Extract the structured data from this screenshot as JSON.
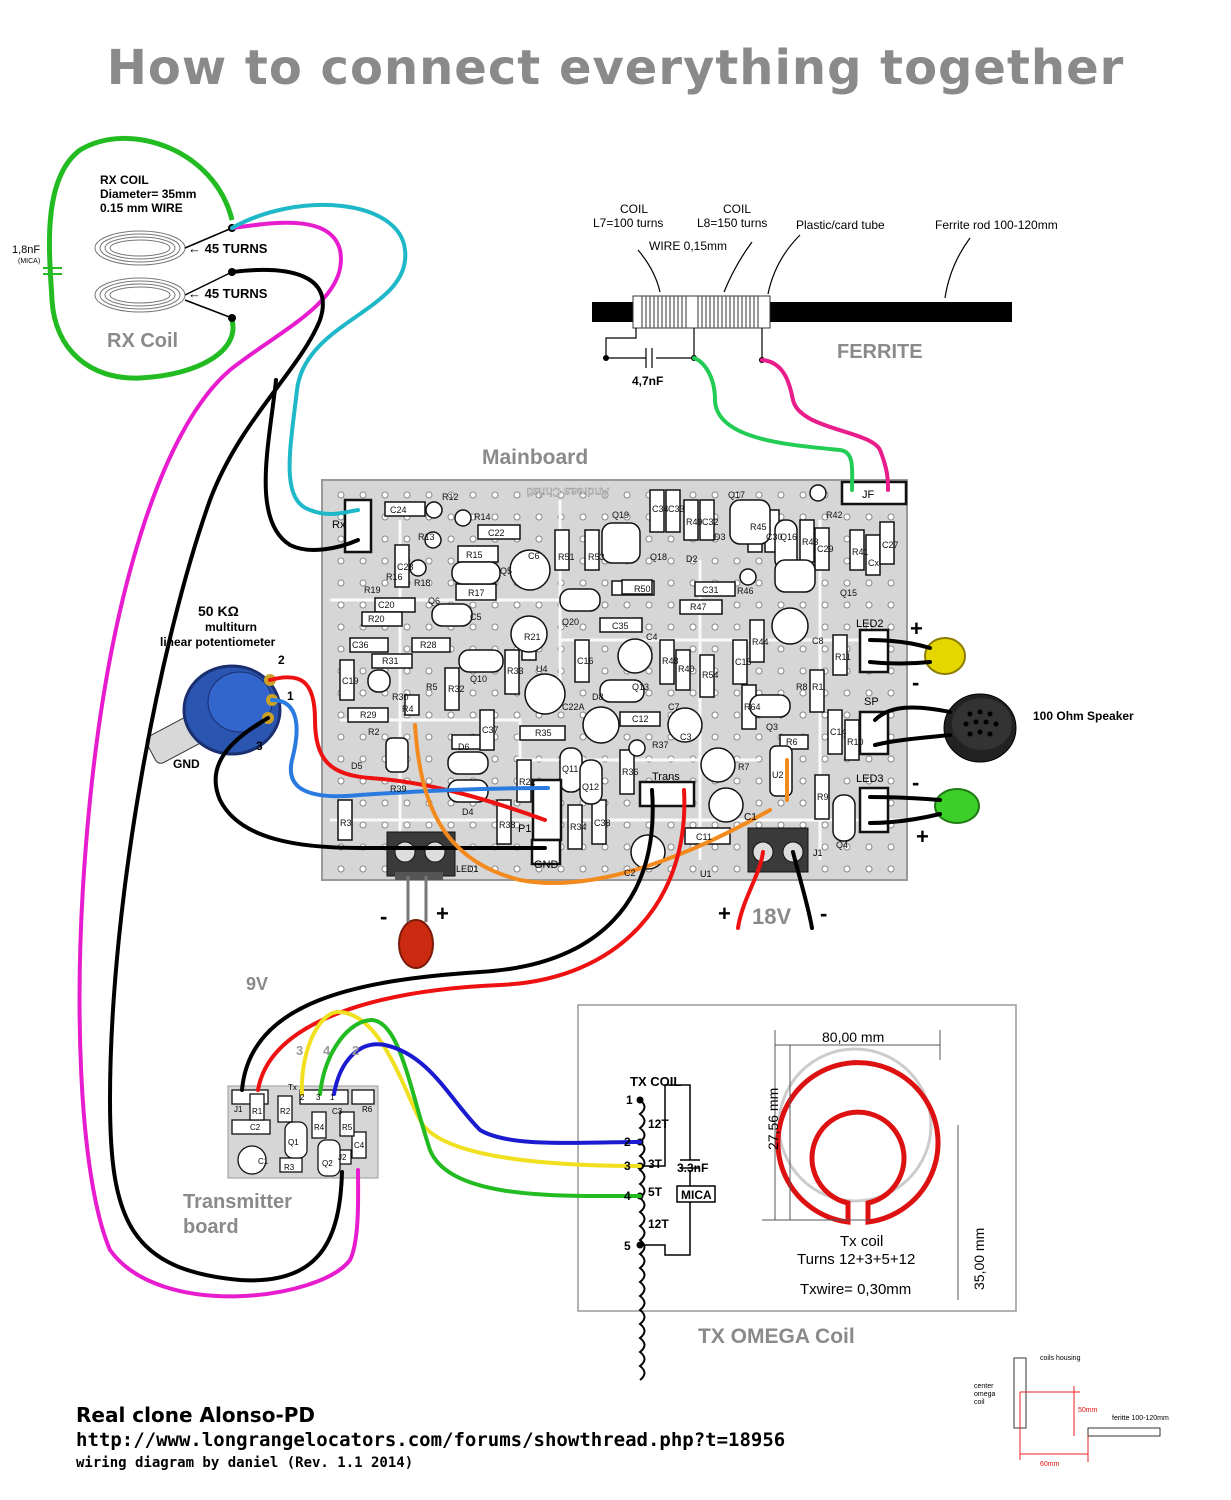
{
  "title": "How to connect everything together",
  "rx_coil": {
    "spec_line1": "RX COIL",
    "spec_line2": "Diameter= 35mm",
    "spec_line3": "0.15 mm WIRE",
    "turns_upper": "← 45 TURNS",
    "turns_lower": "← 45 TURNS",
    "cap_value": "1,8nF",
    "cap_note": "(MICA)",
    "label": "RX Coil"
  },
  "ferrite": {
    "coil1_a": "COIL",
    "coil1_b": "L7=100 turns",
    "coil2_a": "COIL",
    "coil2_b": "L8=150 turns",
    "wire": "WIRE 0,15mm",
    "tube": "Plastic/card tube",
    "rod": "Ferrite rod 100-120mm",
    "cap": "4,7nF",
    "label": "FERRITE"
  },
  "mainboard": {
    "label": "Mainboard",
    "author": "Andreas Christi",
    "connectors": {
      "rx": "Rx",
      "jf": "JF",
      "led2": "LED2",
      "sp": "SP",
      "led3": "LED3",
      "p1": "P1",
      "gnd": "GND",
      "trans": "Trans",
      "led1": "LED1",
      "j1": "J1",
      "u1": "U1",
      "c1": "C1"
    },
    "components": [
      "C24",
      "R12",
      "R14",
      "C22",
      "R13",
      "R15",
      "C6",
      "R51",
      "R53",
      "Q19",
      "C34",
      "C33",
      "R49",
      "C32",
      "D3",
      "Q17",
      "R45",
      "C30",
      "Q16",
      "R42",
      "R43",
      "C29",
      "R41",
      "Cx",
      "C27",
      "R16",
      "R18",
      "Q5",
      "R17",
      "Q18",
      "D2",
      "R50",
      "C31",
      "R46",
      "Q15",
      "C23",
      "R19",
      "C20",
      "R20",
      "Q6",
      "C5",
      "R21",
      "Q20",
      "R47",
      "C35",
      "R44",
      "C8",
      "R11",
      "C36",
      "R28",
      "C19",
      "R31",
      "U4",
      "C16",
      "C4",
      "R48",
      "R40",
      "R54",
      "C15",
      "R30",
      "Q10",
      "R33",
      "D8",
      "Q13",
      "R1",
      "R8",
      "C12",
      "R29",
      "C22A",
      "C7",
      "C3",
      "R64",
      "Q3",
      "R6",
      "C14",
      "R10",
      "R2",
      "R32",
      "C37",
      "R35",
      "R37",
      "R36",
      "R7",
      "U2",
      "D5",
      "D6",
      "R22",
      "Q11",
      "Q12",
      "R9",
      "R3",
      "D4",
      "R38",
      "R34",
      "C38",
      "C11",
      "C2",
      "Q4",
      "R39",
      "R4",
      "R5"
    ]
  },
  "power": {
    "plus": "+",
    "minus": "-",
    "volts": "18V"
  },
  "led2_signs": {
    "plus": "+",
    "minus": "-"
  },
  "led3_signs": {
    "minus": "-",
    "plus": "+"
  },
  "led1_signs": {
    "minus": "-",
    "plus": "+"
  },
  "speaker": "100 Ohm Speaker",
  "potentiometer": {
    "value": "50 KΩ",
    "line2": "multiturn",
    "line3": "linear potentiometer",
    "pin1": "1",
    "pin2": "2",
    "pin3": "3",
    "gnd": "GND"
  },
  "transmitter": {
    "voltage": "9V",
    "label_line1": "Transmitter",
    "label_line2": "board",
    "wire_nums": [
      "3",
      "4",
      "2"
    ],
    "components": [
      "J1",
      "R1",
      "R2",
      "Tx",
      "2",
      "3",
      "1",
      "C3",
      "R6",
      "C2",
      "R4",
      "R5",
      "C4",
      "C1",
      "Q1",
      "R3",
      "Q2",
      "J2"
    ]
  },
  "tx_coil": {
    "label": "TX COIL",
    "taps": [
      "1",
      "2",
      "3",
      "4",
      "5"
    ],
    "turns": [
      "12T",
      "3T",
      "5T",
      "12T"
    ],
    "cap": "3.3nF",
    "cap_type": "MICA",
    "dim_width": "80,00 mm",
    "dim_left": "27,56 mm",
    "dim_right": "35,00 mm",
    "name": "Tx coil",
    "turns_text": "Turns 12+3+5+12",
    "wire_text": "Txwire= 0,30mm",
    "omega_label": "TX OMEGA Coil"
  },
  "housing": {
    "coils_housing": "coils housing",
    "center1": "center",
    "center2": "omega",
    "center3": "coil",
    "dim1": "50mm",
    "dim2": "60mm",
    "ferrite": "feritte 100-120mm"
  },
  "footer": {
    "line1": "Real clone Alonso-PD",
    "line2": "http://www.longrangelocators.com/forums/showthread.php?t=18956",
    "line3": "wiring diagram by daniel (Rev. 1.1 2014)"
  },
  "colors": {
    "title_gray": "#8a8a8a",
    "wire_green": "#22bb22",
    "wire_magenta": "#e81ccf",
    "wire_cyan": "#1fb8c8",
    "wire_red": "#ee1111",
    "wire_blue": "#2a7be0",
    "wire_orange": "#f28a1e",
    "wire_yellow": "#f0e020",
    "wire_darkblue": "#1a1ad0",
    "board_gray": "#d9d9d9"
  }
}
